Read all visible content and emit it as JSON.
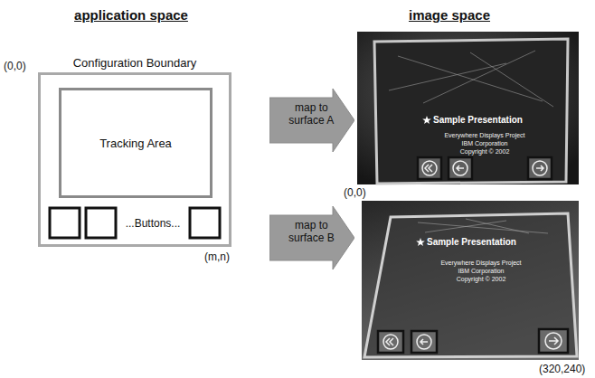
{
  "diagram": {
    "nodes": [
      {
        "text": [
          "Configuration Boundary"
        ]
      },
      {
        "text": [
          "Tracking Area"
        ],
        "in": 0
      },
      {
        "text": [
          "map to surface A"
        ]
      },
      {
        "text": [
          "map to surface B"
        ]
      }
    ],
    "labels": [
      "application space",
      "image space",
      "(0,0)",
      "...Buttons...",
      "(m,n)",
      "(0,0)",
      "(320,240)",
      "Sample Presentation",
      "Everywhere Displays Project",
      "IBM Corporation",
      "Copyright © 2002",
      "Sample Presentation",
      "Everywhere Displays Project",
      "IBM Corporation",
      "Copyright © 2002"
    ]
  }
}
